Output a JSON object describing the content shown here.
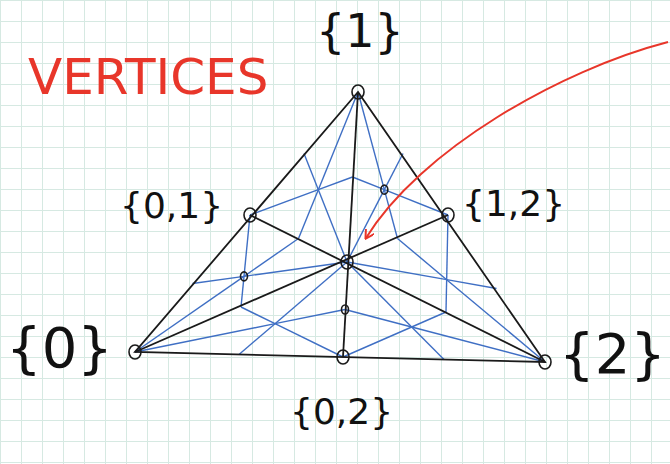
{
  "diagram": {
    "labels": [
      "VERTICES",
      "{1}",
      "{0,1}",
      "{1,2}",
      "{0}",
      "{2}",
      "{0,2}"
    ]
  }
}
